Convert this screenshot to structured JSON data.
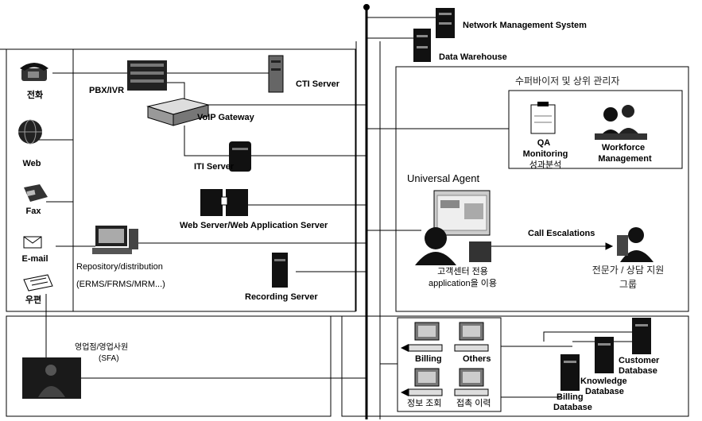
{
  "channels": {
    "phone": "전화",
    "web": "Web",
    "fax": "Fax",
    "email": "E-mail",
    "mail": "우편"
  },
  "servers": {
    "network_management": "Network Management System",
    "data_warehouse": "Data Warehouse",
    "pbx_ivr": "PBX/IVR",
    "cti_server": "CTI Server",
    "voip_gateway": "VoIP Gateway",
    "iti_server": "ITI Server",
    "web_server": "Web Server/Web Application Server",
    "repository": "Repository/distribution",
    "repository_sub": "(ERMS/FRMS/MRM...)",
    "recording_server": "Recording Server"
  },
  "supervisor": {
    "title": "수퍼바이저 및 상위 관리자",
    "qa_line1": "QA",
    "qa_line2": "Monitoring",
    "qa_line3": "성과분석",
    "wfm_line1": "Workforce",
    "wfm_line2": "Management"
  },
  "agent": {
    "title": "Universal Agent",
    "app_line1": "고객센터 전용",
    "app_line2": "application을 이용",
    "escalation": "Call Escalations",
    "expert_line1": "전문가 / 상담 지원",
    "expert_line2": "그룹"
  },
  "sales": {
    "line1": "영업점/영업사원",
    "line2": "(SFA)"
  },
  "backoffice": {
    "billing": "Billing",
    "others": "Others",
    "info_query": "정보 조회",
    "contact_history": "접촉 이력"
  },
  "databases": {
    "customer_1": "Customer",
    "customer_2": "Database",
    "knowledge_1": "Knowledge",
    "knowledge_2": "Database",
    "billing_1": "Billing",
    "billing_2": "Database"
  }
}
